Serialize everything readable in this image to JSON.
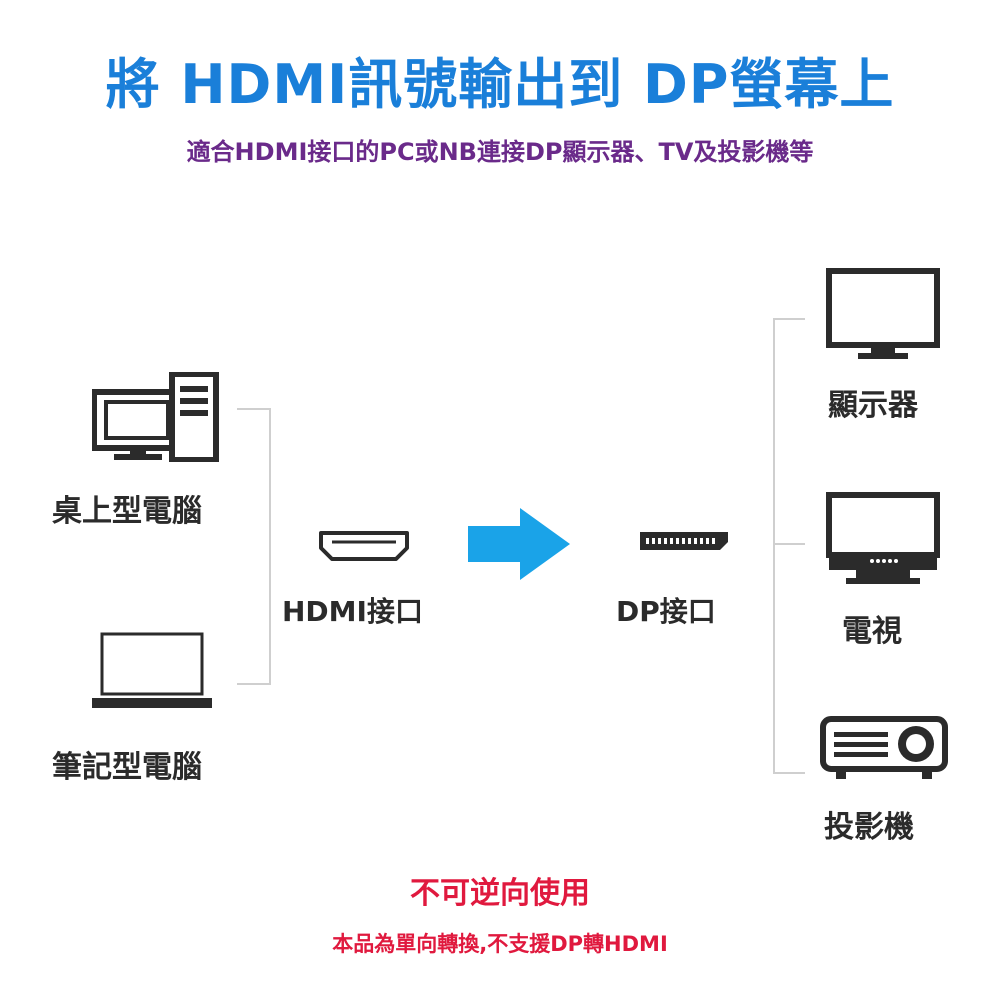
{
  "header": {
    "title": "將 HDMI訊號輸出到 DP螢幕上",
    "subtitle": "適合HDMI接口的PC或NB連接DP顯示器、TV及投影機等"
  },
  "sources": {
    "desktop_label": "桌上型電腦",
    "laptop_label": "筆記型電腦"
  },
  "ports": {
    "input_label": "HDMI接口",
    "output_label": "DP接口"
  },
  "targets": {
    "monitor_label": "顯示器",
    "tv_label": "電視",
    "projector_label": "投影機"
  },
  "notice": {
    "headline": "不可逆向使用",
    "detail": "本品為單向轉換,不支援DP轉HDMI"
  },
  "colors": {
    "title": "#1a7fd9",
    "subtitle": "#6a2a8a",
    "arrow": "#1aa3e8",
    "warning": "#e0193e",
    "icon": "#2b2b2b"
  }
}
